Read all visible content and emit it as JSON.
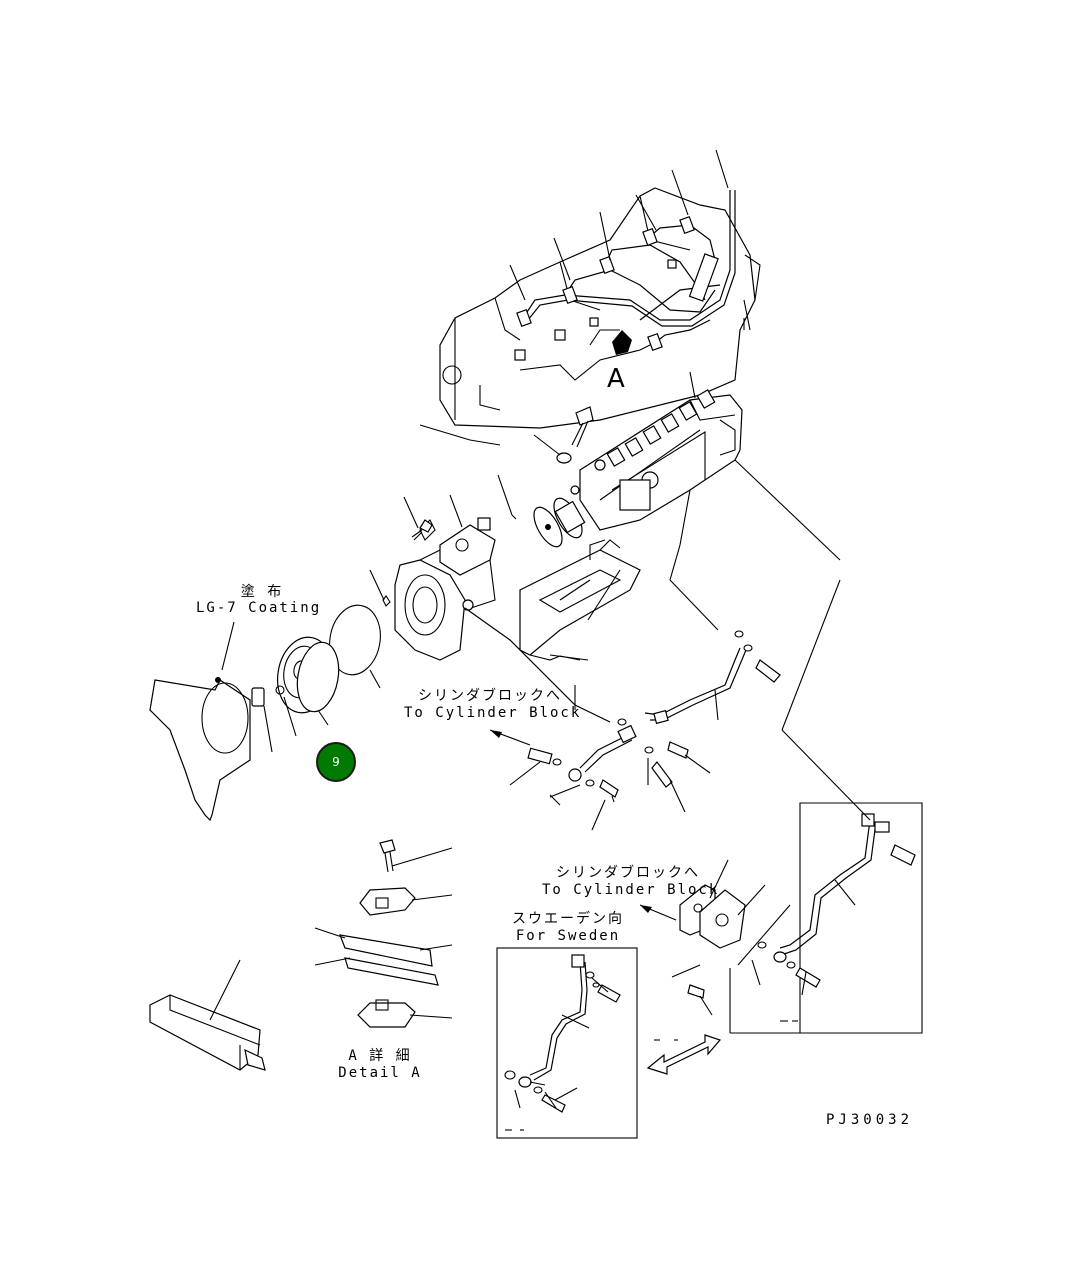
{
  "labels": {
    "coating_jp": "塗 布",
    "coating_en": "LG-7 Coating",
    "cyl_block_1_jp": "シリンダブロックへ",
    "cyl_block_1_en": "To Cylinder Block",
    "view_a": "A",
    "cyl_block_2_jp": "シリンダブロックへ",
    "cyl_block_2_en": "To Cylinder Block",
    "sweden_jp": "スウエーデン向",
    "sweden_en": "For Sweden",
    "detail_jp": "A 詳 細",
    "detail_en": "Detail A",
    "drawing_no": "PJ30032"
  },
  "callout": {
    "number": "9",
    "color": "#007a00"
  }
}
